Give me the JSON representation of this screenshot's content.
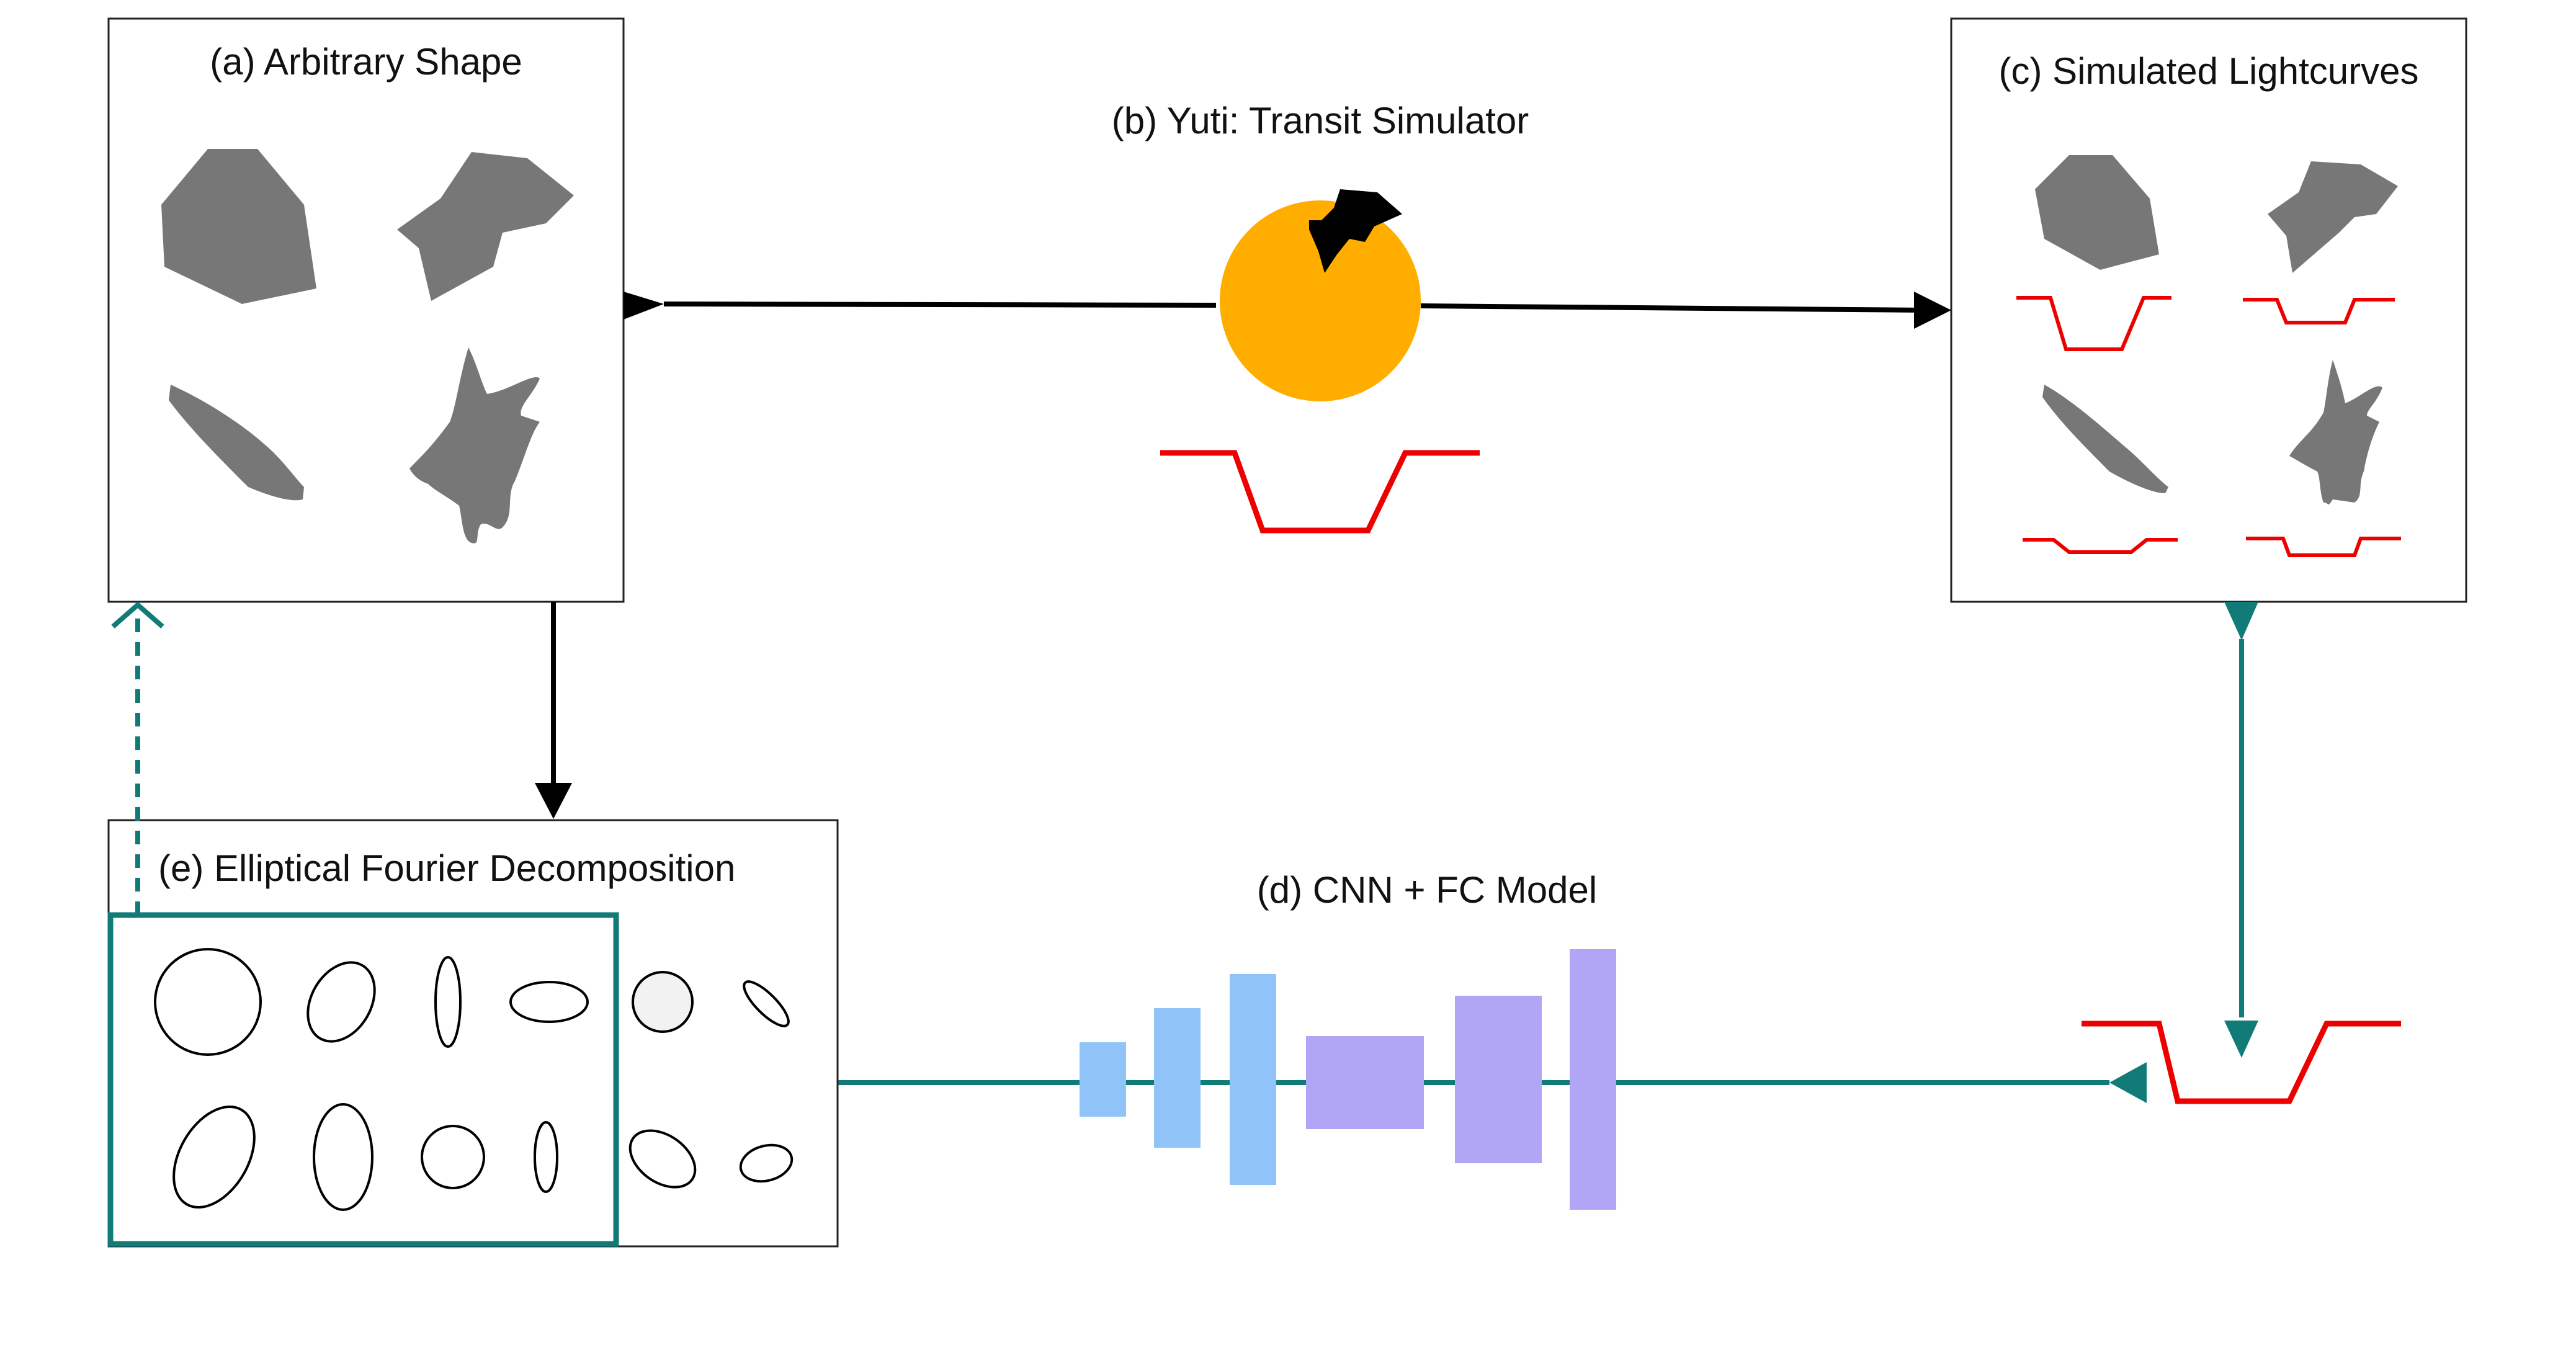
{
  "labels": {
    "a": "(a) Arbitrary Shape",
    "b": "(b) Yuti: Transit Simulator",
    "c": "(c) Simulated Lightcurves",
    "d": "(d) CNN + FC Model",
    "e": "(e) Elliptical Fourier Decomposition"
  },
  "colors": {
    "shape_gray": "#777777",
    "star_orange": "#FFAE00",
    "lightcurve_red": "#EE0000",
    "teal": "#117B77",
    "cnn_blue": "#90C4F8",
    "fc_purple": "#B0A6F5",
    "ellipse_fill": "#F2F2F2"
  },
  "icons": {
    "occluder": "black-irregular-shape-icon",
    "star": "star-disk-icon"
  }
}
